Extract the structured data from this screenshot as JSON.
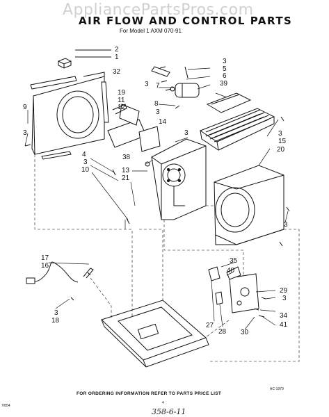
{
  "watermark": "AppliancePartsPros.com",
  "title": "AIR FLOW AND CONTROL PARTS",
  "subtitle": "For Model 1 AXM   070-91",
  "callouts": {
    "n2": "2",
    "n1": "1",
    "n32": "32",
    "n3_top": "3",
    "n5": "5",
    "n6": "6",
    "n39": "39",
    "n3_b": "3",
    "n7": "7",
    "n19": "19",
    "n11": "11",
    "n12": "12",
    "n8": "8",
    "n3_c": "3",
    "n9": "9",
    "n14": "14",
    "n3_d": "3",
    "n3_e": "3",
    "n15": "15",
    "n20": "20",
    "n3_left": "3",
    "n4": "4",
    "n3_f": "3",
    "n10": "10",
    "n38": "38",
    "n13": "13",
    "n21": "21",
    "n3_g": "3",
    "n17": "17",
    "n16": "16",
    "n35": "35",
    "n40": "40",
    "n29": "29",
    "n3_h": "3",
    "n34": "34",
    "n41": "41",
    "n3_i": "3",
    "n18": "18",
    "n27": "27",
    "n28": "28",
    "n30": "30"
  },
  "ac_code": "AC-1979",
  "footer": "FOR ORDERING INFORMATION REFER TO PARTS PRICE LIST",
  "corner_code": "7/854",
  "page_number": "4",
  "handwritten_note": "358-6-11"
}
